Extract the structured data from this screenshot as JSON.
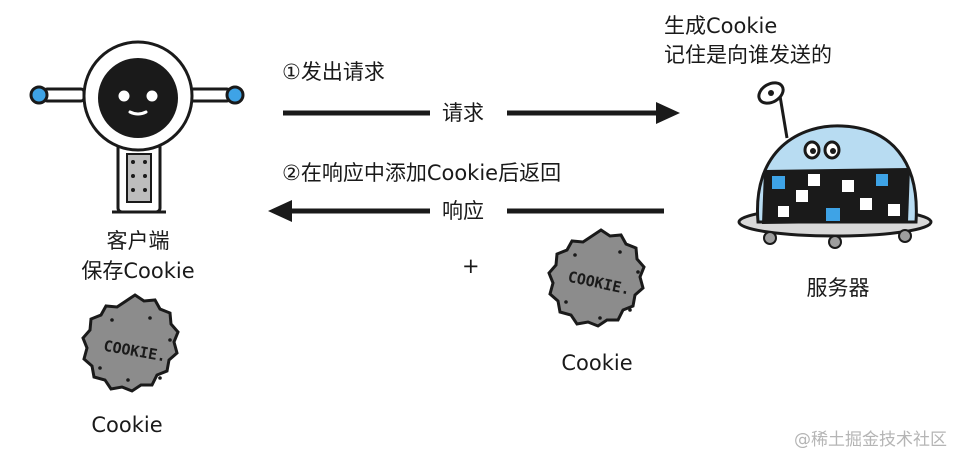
{
  "server": {
    "note_line1": "生成Cookie",
    "note_line2": "记住是向谁发送的",
    "label": "服务器"
  },
  "client": {
    "label_line1": "客户端",
    "label_line2": "保存Cookie",
    "cookie_caption": "Cookie"
  },
  "step1": {
    "label": "①发出请求",
    "arrow_label": "请求"
  },
  "step2": {
    "label": "②在响应中添加Cookie后返回",
    "arrow_label": "响应"
  },
  "plus": "+",
  "response_cookie_caption": "Cookie",
  "cookie_stamp": "COOKIE.",
  "watermark": "@稀土掘金技术社区",
  "colors": {
    "robot_blue": "#3ea3e6",
    "server_dome": "#b8dcf2",
    "cookie_fill": "#8c8c8c",
    "ink": "#1a1a1a"
  }
}
